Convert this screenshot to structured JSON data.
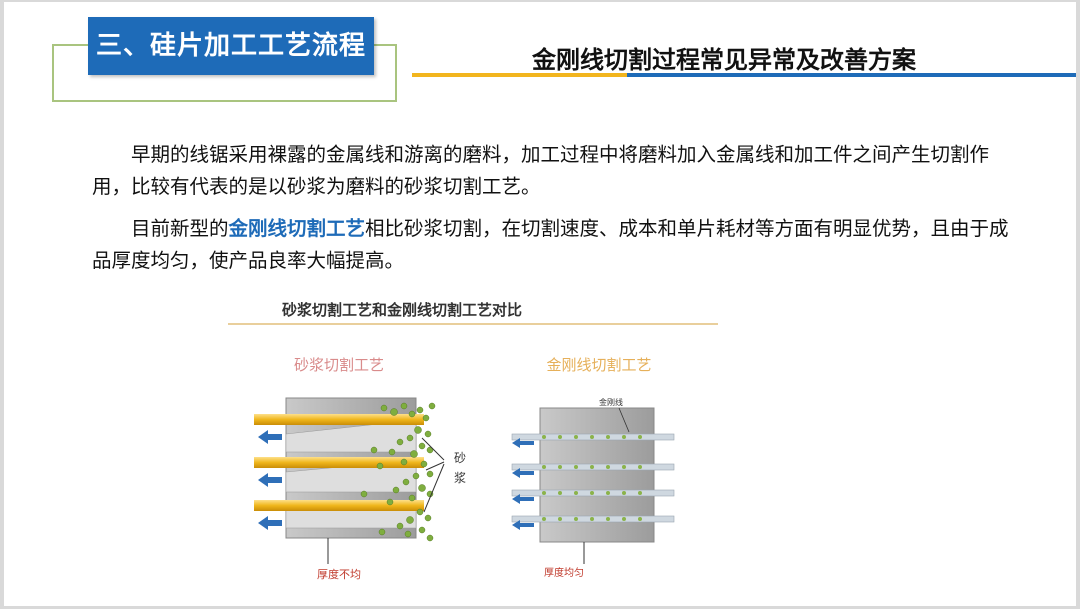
{
  "header": {
    "section": "三、硅片加工工艺流程",
    "title": "金刚线切割过程常见异常及改善方案"
  },
  "body": {
    "p1": "早期的线锯采用裸露的金属线和游离的磨料，加工过程中将磨料加入金属线和加工件之间产生切割作用，比较有代表的是以砂浆为磨料的砂浆切割工艺。",
    "p2_prefix": "目前新型的",
    "p2_highlight": "金刚线切割工艺",
    "p2_suffix": "相比砂浆切割，在切割速度、成本和单片耗材等方面有明显优势，且由于成品厚度均匀，使产品良率大幅提高。"
  },
  "figure": {
    "title": "砂浆切割工艺和金刚线切割工艺对比",
    "left_label": "砂浆切割工艺",
    "right_label": "金刚线切割工艺",
    "slurry_char1": "砂",
    "slurry_char2": "浆",
    "diamond_wire_label": "金刚线",
    "left_caption": "厚度不均",
    "right_caption": "厚度均匀"
  },
  "colors": {
    "accent_blue": "#1e6bb8",
    "accent_gold": "#f2b51e",
    "outline_green": "#a9c47f",
    "caption_red": "#c0392b"
  }
}
